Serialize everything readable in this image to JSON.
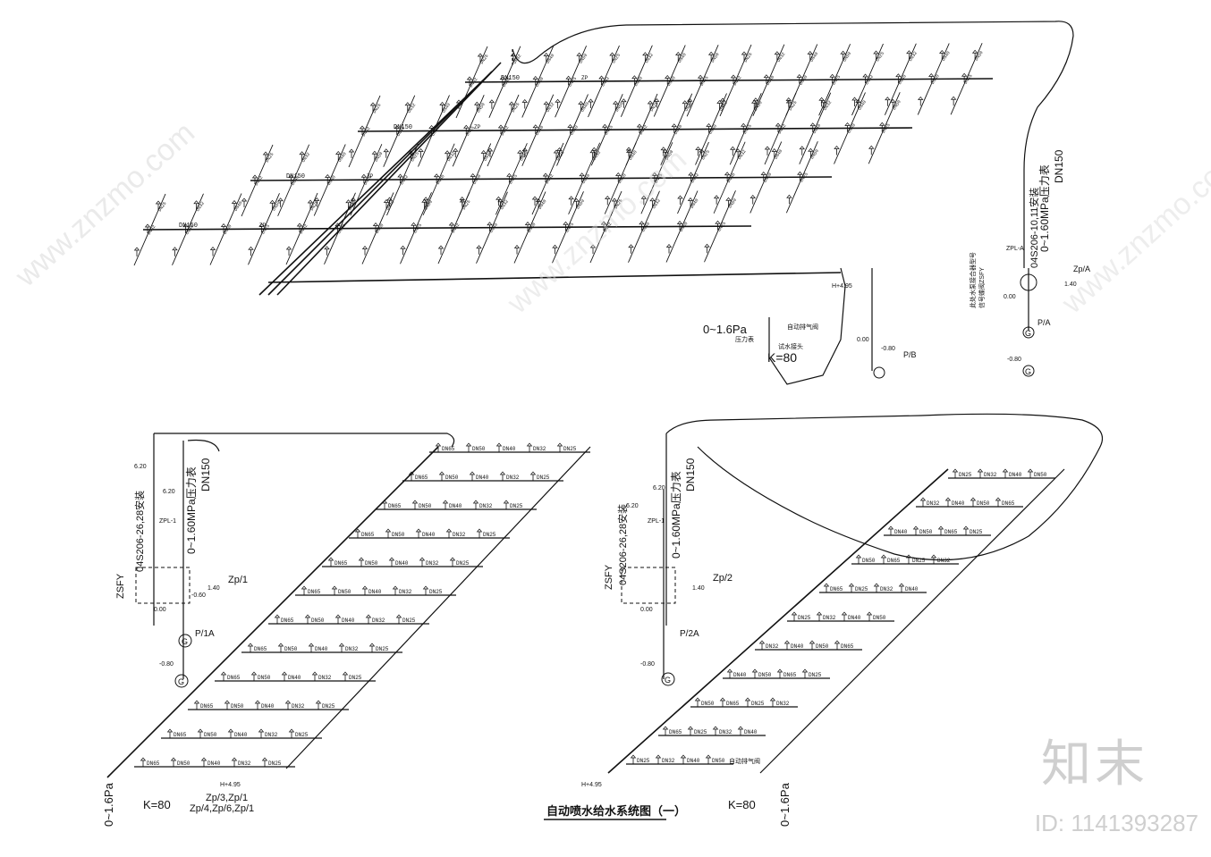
{
  "title": "自动喷水给水系统图（一）",
  "brand": "知末",
  "doc_id": "ID: 1141393287",
  "watermark": "www.znzmo.com",
  "pipe_labels": {
    "zp": "ZP",
    "dn150": "DN150",
    "dn100": "DN100",
    "dn65": "DN65",
    "dn50": "DN50",
    "dn40": "DN40",
    "dn32": "DN32",
    "dn25": "DN25"
  },
  "top_system": {
    "pressure": "0~1.6Pa",
    "pressure_note": "压力表",
    "k": "K=80",
    "test_valve": "试水接头",
    "vent": "自动排气阀",
    "elev_h": "H+4.95",
    "pb_label": "P/B",
    "pb_elev_0": "0.00",
    "pb_elev_1": "-0.80",
    "pb_note": "此处水泵接合器型号",
    "pa_label": "P/A",
    "zpa_label": "Zp/A",
    "zpla": "ZPL-A",
    "std1": "04S206-10,11安装",
    "std2": "0~1.60MPa压力表",
    "std3": "DN150",
    "valve_note": "信号蝶阀ZSFY",
    "elev_a0": "0.00",
    "elev_a1": "-0.80",
    "elev_a2": "1.40",
    "g": "G",
    "g2": "G"
  },
  "left_system": {
    "zp1": "Zp/1",
    "zpl1": "ZPL-1",
    "p1a": "P/1A",
    "std1": "04S206-26,28安装",
    "std2": "0~1.60MPa压力表",
    "std3": "DN150",
    "valve": "ZSFY",
    "elev_620a": "6.20",
    "elev_620b": "6.20",
    "elev_000": "0.00",
    "elev_080": "-0.80",
    "elev_060": "-0.60",
    "elev_140": "1.40",
    "pressure": "0~1.6Pa",
    "k": "K=80",
    "elev_h": "H+4.95",
    "note1": "Zp/3,Zp/1",
    "note2": "Zp/4,Zp/6,Zp/1",
    "g": "G",
    "g2": "G"
  },
  "right_system": {
    "zp2": "Zp/2",
    "zpl1": "ZPL-1",
    "p2a": "P/2A",
    "std1": "04S206-26,28安装",
    "std2": "0~1.60MPa压力表",
    "std3": "DN150",
    "valve": "ZSFY",
    "elev_620": "6.20",
    "elev_620b": "6.20",
    "elev_000": "0.00",
    "elev_080": "-0.80",
    "elev_140": "1.40",
    "pressure": "0~1.6Pa",
    "k": "K=80",
    "elev_h": "H+4.95",
    "vent": "自动排气阀",
    "g": "G"
  }
}
